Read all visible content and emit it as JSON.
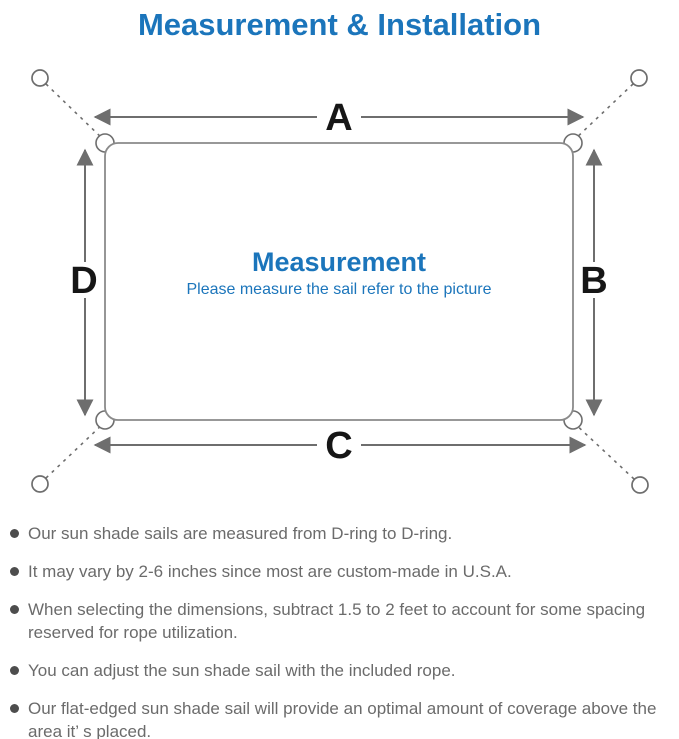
{
  "title": "Measurement & Installation",
  "diagram": {
    "labels": {
      "a": "A",
      "b": "B",
      "c": "C",
      "d": "D"
    },
    "center_title": "Measurement",
    "center_subtitle": "Please measure the sail refer to the picture"
  },
  "notes": [
    "Our sun shade sails are measured from D-ring to D-ring.",
    "It may vary by 2-6 inches since most are custom-made in U.S.A.",
    "When selecting the dimensions, subtract 1.5 to 2 feet to account for some spacing reserved for rope utilization.",
    "You can adjust the sun shade sail with the included rope.",
    "Our flat-edged sun shade sail will provide an optimal amount of coverage above the area it’ s placed."
  ],
  "colors": {
    "accent_blue": "#1b75bb",
    "diagram_line_gray": "#6e6e6e",
    "note_text_gray": "#6b6b6b"
  }
}
